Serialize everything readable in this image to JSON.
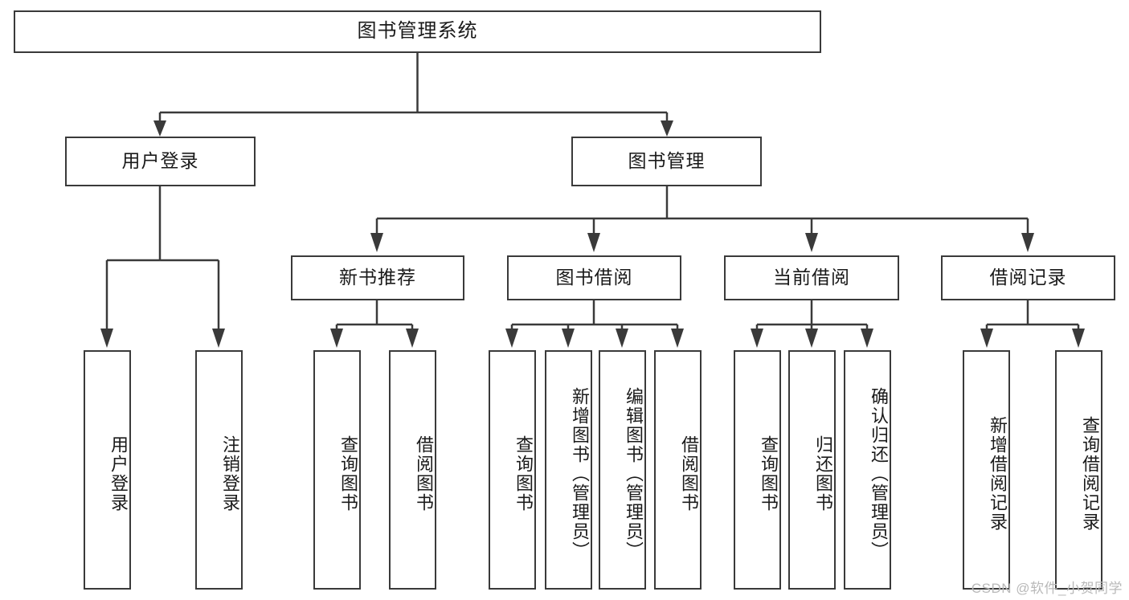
{
  "diagram": {
    "title": "图书管理系统",
    "type": "tree-hierarchy-diagram",
    "watermark": "CSDN @软件_小贺同学",
    "colors": {
      "stroke": "#3a3a3a",
      "fill": "#ffffff",
      "text": "#1a1a1a",
      "watermark": "#b9b9b9"
    },
    "levels": {
      "root": {
        "label": "图书管理系统"
      },
      "level2": [
        {
          "label": "用户登录"
        },
        {
          "label": "图书管理"
        }
      ],
      "level3": [
        {
          "label": "新书推荐"
        },
        {
          "label": "图书借阅"
        },
        {
          "label": "当前借阅"
        },
        {
          "label": "借阅记录"
        }
      ],
      "leaves": {
        "user_login": [
          {
            "label": "用户登录"
          },
          {
            "label": "注销登录"
          }
        ],
        "new_book_recommend": [
          {
            "label": "查询图书"
          },
          {
            "label": "借阅图书"
          }
        ],
        "book_borrow": [
          {
            "label": "查询图书"
          },
          {
            "label": "新增图书（管理员）"
          },
          {
            "label": "编辑图书（管理员）"
          },
          {
            "label": "借阅图书"
          }
        ],
        "current_borrow": [
          {
            "label": "查询图书"
          },
          {
            "label": "归还图书"
          },
          {
            "label": "确认归还（管理员）"
          }
        ],
        "borrow_record": [
          {
            "label": "新增借阅记录"
          },
          {
            "label": "查询借阅记录"
          }
        ]
      }
    }
  }
}
